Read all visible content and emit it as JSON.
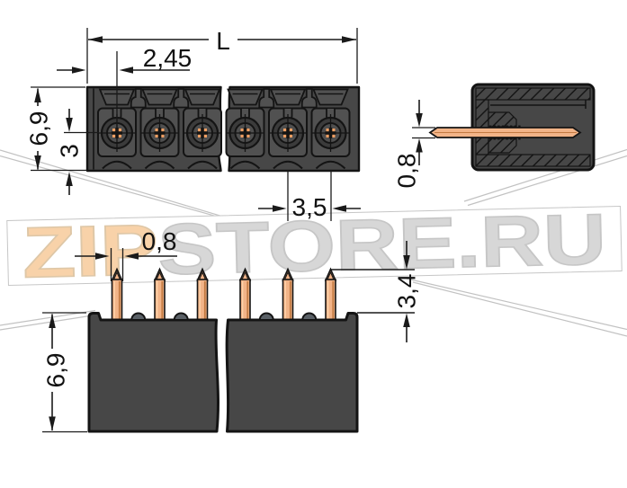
{
  "watermark": {
    "zip": "ZIP",
    "store": "STORE.RU"
  },
  "labels": {
    "length": "L",
    "pin_offset": "2,45",
    "top_height": "6,9",
    "pin_edge": "3",
    "side_pin_thickness": "0,8",
    "pitch": "3,5",
    "front_pin_width": "0,8",
    "pin_protrusion": "3,4",
    "front_height": "6,9"
  },
  "colors": {
    "housing_gray": "#474747",
    "outline_black": "#141414",
    "pin_copper": "#f2b488",
    "terminal_orange": "#ef9f63",
    "watermark_zip": "#f8cfa2",
    "watermark_store": "#d4d4d4"
  }
}
